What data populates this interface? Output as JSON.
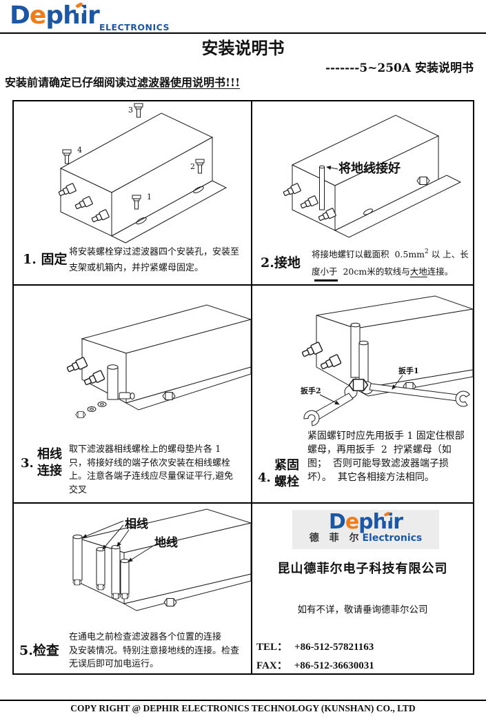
{
  "header": {
    "brand_parts": [
      "D",
      "e",
      "phir"
    ],
    "brand_sub": "ELECTRONICS",
    "title": "安装说明书",
    "subtitle": "-------5~250A  安装说明书",
    "notice_prefix": "安装前请确定已仔细阅读过",
    "notice_underlined": "滤波器使用说明书!!!"
  },
  "colors": {
    "brand_blue": "#1c57a5",
    "brand_orange": "#f07d1a"
  },
  "steps": [
    {
      "num": "1.",
      "name": "固定",
      "screw_labels": [
        "1",
        "2",
        "3",
        "4"
      ],
      "lines": [
        "将安装螺栓穿过滤波器四个安装孔，安装至",
        "支架或机箱内，并拧紧螺母固定。"
      ]
    },
    {
      "num": "2.",
      "name": "接地",
      "callout": "将地线接好",
      "line1_pre": "将接地螺钉以截面积  0.5mm",
      "sup": "2",
      "line1_post": " 以 上、长",
      "line2_pre": "度小于  20cm米的软线与",
      "line2_u": "大地",
      "line2_post": "连接。"
    },
    {
      "num": "3.",
      "name_line1": "相线",
      "name_line2": "连接",
      "lines": [
        "取下滤波器相线螺栓上的螺母垫片各 1",
        "只，将接好线的端子依次安装在相线螺栓",
        "上。注意各端子连线应尽量保证平行,避免",
        "交叉"
      ]
    },
    {
      "num": "4.",
      "name_line1": "紧固",
      "name_line2": "螺栓",
      "wrench1": "扳手1",
      "wrench2": "扳手2",
      "lines": [
        "紧固螺钉时应先用扳手 1 固定住根部",
        "螺母，再用扳手  2  拧紧螺母（如",
        "图；  否则可能导致滤波器端子损",
        "坏）。  其它各相接方法相同。"
      ]
    },
    {
      "num": "5.",
      "name": "检查",
      "label_phase": "相线",
      "label_ground": "地线",
      "lines": [
        "在通电之前检查滤波器各个位置的连接",
        "及安装情况。特别注意接地线的连接。检查",
        "无误后即可加电运行。"
      ]
    }
  ],
  "company": {
    "logo_parts": [
      "D",
      "e",
      "phir"
    ],
    "logo_cn": "德 菲 尔",
    "logo_en": "Electronics",
    "name": "昆山德菲尔电子科技有限公司",
    "note": "如有不详，敬请垂询德菲尔公司",
    "tel_label": "TEL：",
    "tel": "+86-512-57821163",
    "fax_label": "FAX：",
    "fax": "+86-512-36630031"
  },
  "footer": {
    "copyright": "COPY RIGHT @ DEPHIR ELECTRONICS TECHNOLOGY (KUNSHAN) CO., LTD"
  }
}
